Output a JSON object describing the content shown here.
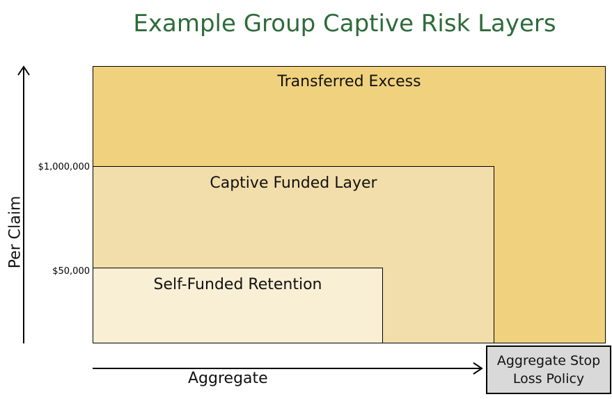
{
  "title": "Example Group Captive Risk Layers",
  "layers": {
    "excess": "Transferred Excess",
    "captive": "Captive Funded Layer",
    "self": "Self-Funded Retention"
  },
  "axes": {
    "y_label": "Per Claim",
    "x_label": "Aggregate",
    "y_ticks": [
      "$1,000,000",
      "$50,000"
    ]
  },
  "stop_loss": {
    "line1": "Aggregate Stop",
    "line2": "Loss Policy"
  },
  "colors": {
    "title": "#2e6b3a",
    "excess": "#f0d27e",
    "captive": "#f2deaa",
    "self": "#f8efd5",
    "stop_loss": "#d9d9d9"
  }
}
